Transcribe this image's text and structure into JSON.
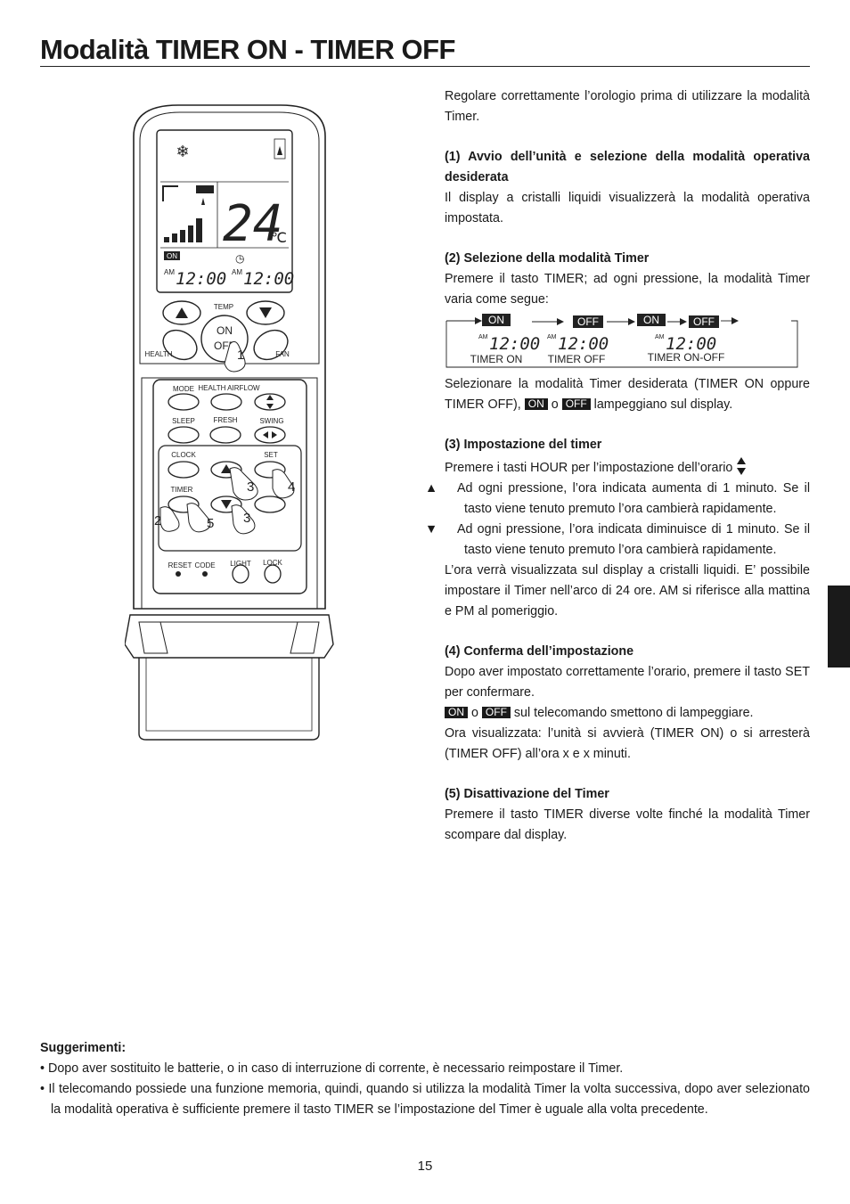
{
  "page": {
    "title": "Modalità TIMER ON - TIMER OFF",
    "page_number": "15"
  },
  "remote": {
    "display": {
      "temperature": "24",
      "unit": "℃",
      "on_badge": "ON",
      "am1": "AM",
      "time1": "12:00",
      "am2": "AM",
      "time2": "12:00"
    },
    "buttons": {
      "temp": "TEMP",
      "on": "ON",
      "off": "OFF",
      "health": "HEALTH",
      "fan": "FAN",
      "mode": "MODE",
      "health_airflow": "HEALTH AIRFLOW",
      "sleep": "SLEEP",
      "fresh": "FRESH",
      "swing": "SWING",
      "clock": "CLOCK",
      "set": "SET",
      "timer": "TIMER",
      "reset": "RESET",
      "code": "CODE",
      "light": "LIGHT",
      "lock": "LOCK"
    },
    "callouts": [
      "1",
      "2",
      "3",
      "3",
      "4",
      "5"
    ]
  },
  "intro": "Regolare correttamente l’orologio prima di utilizzare la modalità Timer.",
  "step1": {
    "heading": "(1) Avvio dell’unità e selezione della modalità operativa desiderata",
    "text": "Il display a cristalli liquidi visualizzerà la modalità operativa impostata."
  },
  "step2": {
    "heading": "(2) Selezione della modalità Timer",
    "text": "Premere il tasto TIMER; ad ogni pressione, la modalità Timer varia come segue:",
    "sequence": {
      "on": "ON",
      "off": "OFF",
      "am": "AM",
      "time": "12:00",
      "label_on": "TIMER ON",
      "label_off": "TIMER OFF",
      "label_onoff": "TIMER ON-OFF"
    },
    "select_a": "Selezionare la modalità Timer desiderata (TIMER ON oppure TIMER OFF),",
    "or": "o",
    "select_b": "lampeggiano sul display."
  },
  "step3": {
    "heading": "(3) Impostazione del timer",
    "text": "Premere i tasti HOUR per l’impostazione dell’orario",
    "up": "Ad ogni pressione, l’ora indicata aumenta di 1 minuto. Se il tasto viene tenuto premuto l’ora cambierà rapidamente.",
    "down": "Ad ogni pressione, l’ora indicata diminuisce di 1 minuto. Se il tasto viene tenuto premuto l’ora cambierà rapidamente.",
    "note": "L’ora verrà visualizzata sul display a cristalli liquidi. E’ possibile impostare il Timer nell’arco di 24 ore. AM si riferisce alla mattina e PM al pomeriggio."
  },
  "step4": {
    "heading": "(4) Conferma dell’impostazione",
    "text": "Dopo aver impostato correttamente l’orario, premere il tasto SET per confermare.",
    "or": "o",
    "blink_stop": "sul telecomando smettono di lampeggiare.",
    "result": "Ora visualizzata: l’unità si avvierà (TIMER ON) o si arresterà (TIMER OFF) all’ora x e x minuti."
  },
  "step5": {
    "heading": "(5) Disattivazione del Timer",
    "text": "Premere il tasto TIMER diverse volte finché la modalità Timer scompare dal display."
  },
  "tips": {
    "heading": "Suggerimenti:",
    "items": [
      "Dopo aver sostituito le batterie, o in caso di interruzione di corrente, è necessario reimpostare il Timer.",
      "Il telecomando possiede una funzione memoria, quindi, quando si utilizza la modalità Timer la volta successiva, dopo aver selezionato la modalità operativa è sufficiente premere il tasto TIMER se l’impostazione del Timer è uguale alla volta precedente."
    ]
  },
  "chips": {
    "on": "ON",
    "off": "OFF"
  },
  "bullet": "•"
}
